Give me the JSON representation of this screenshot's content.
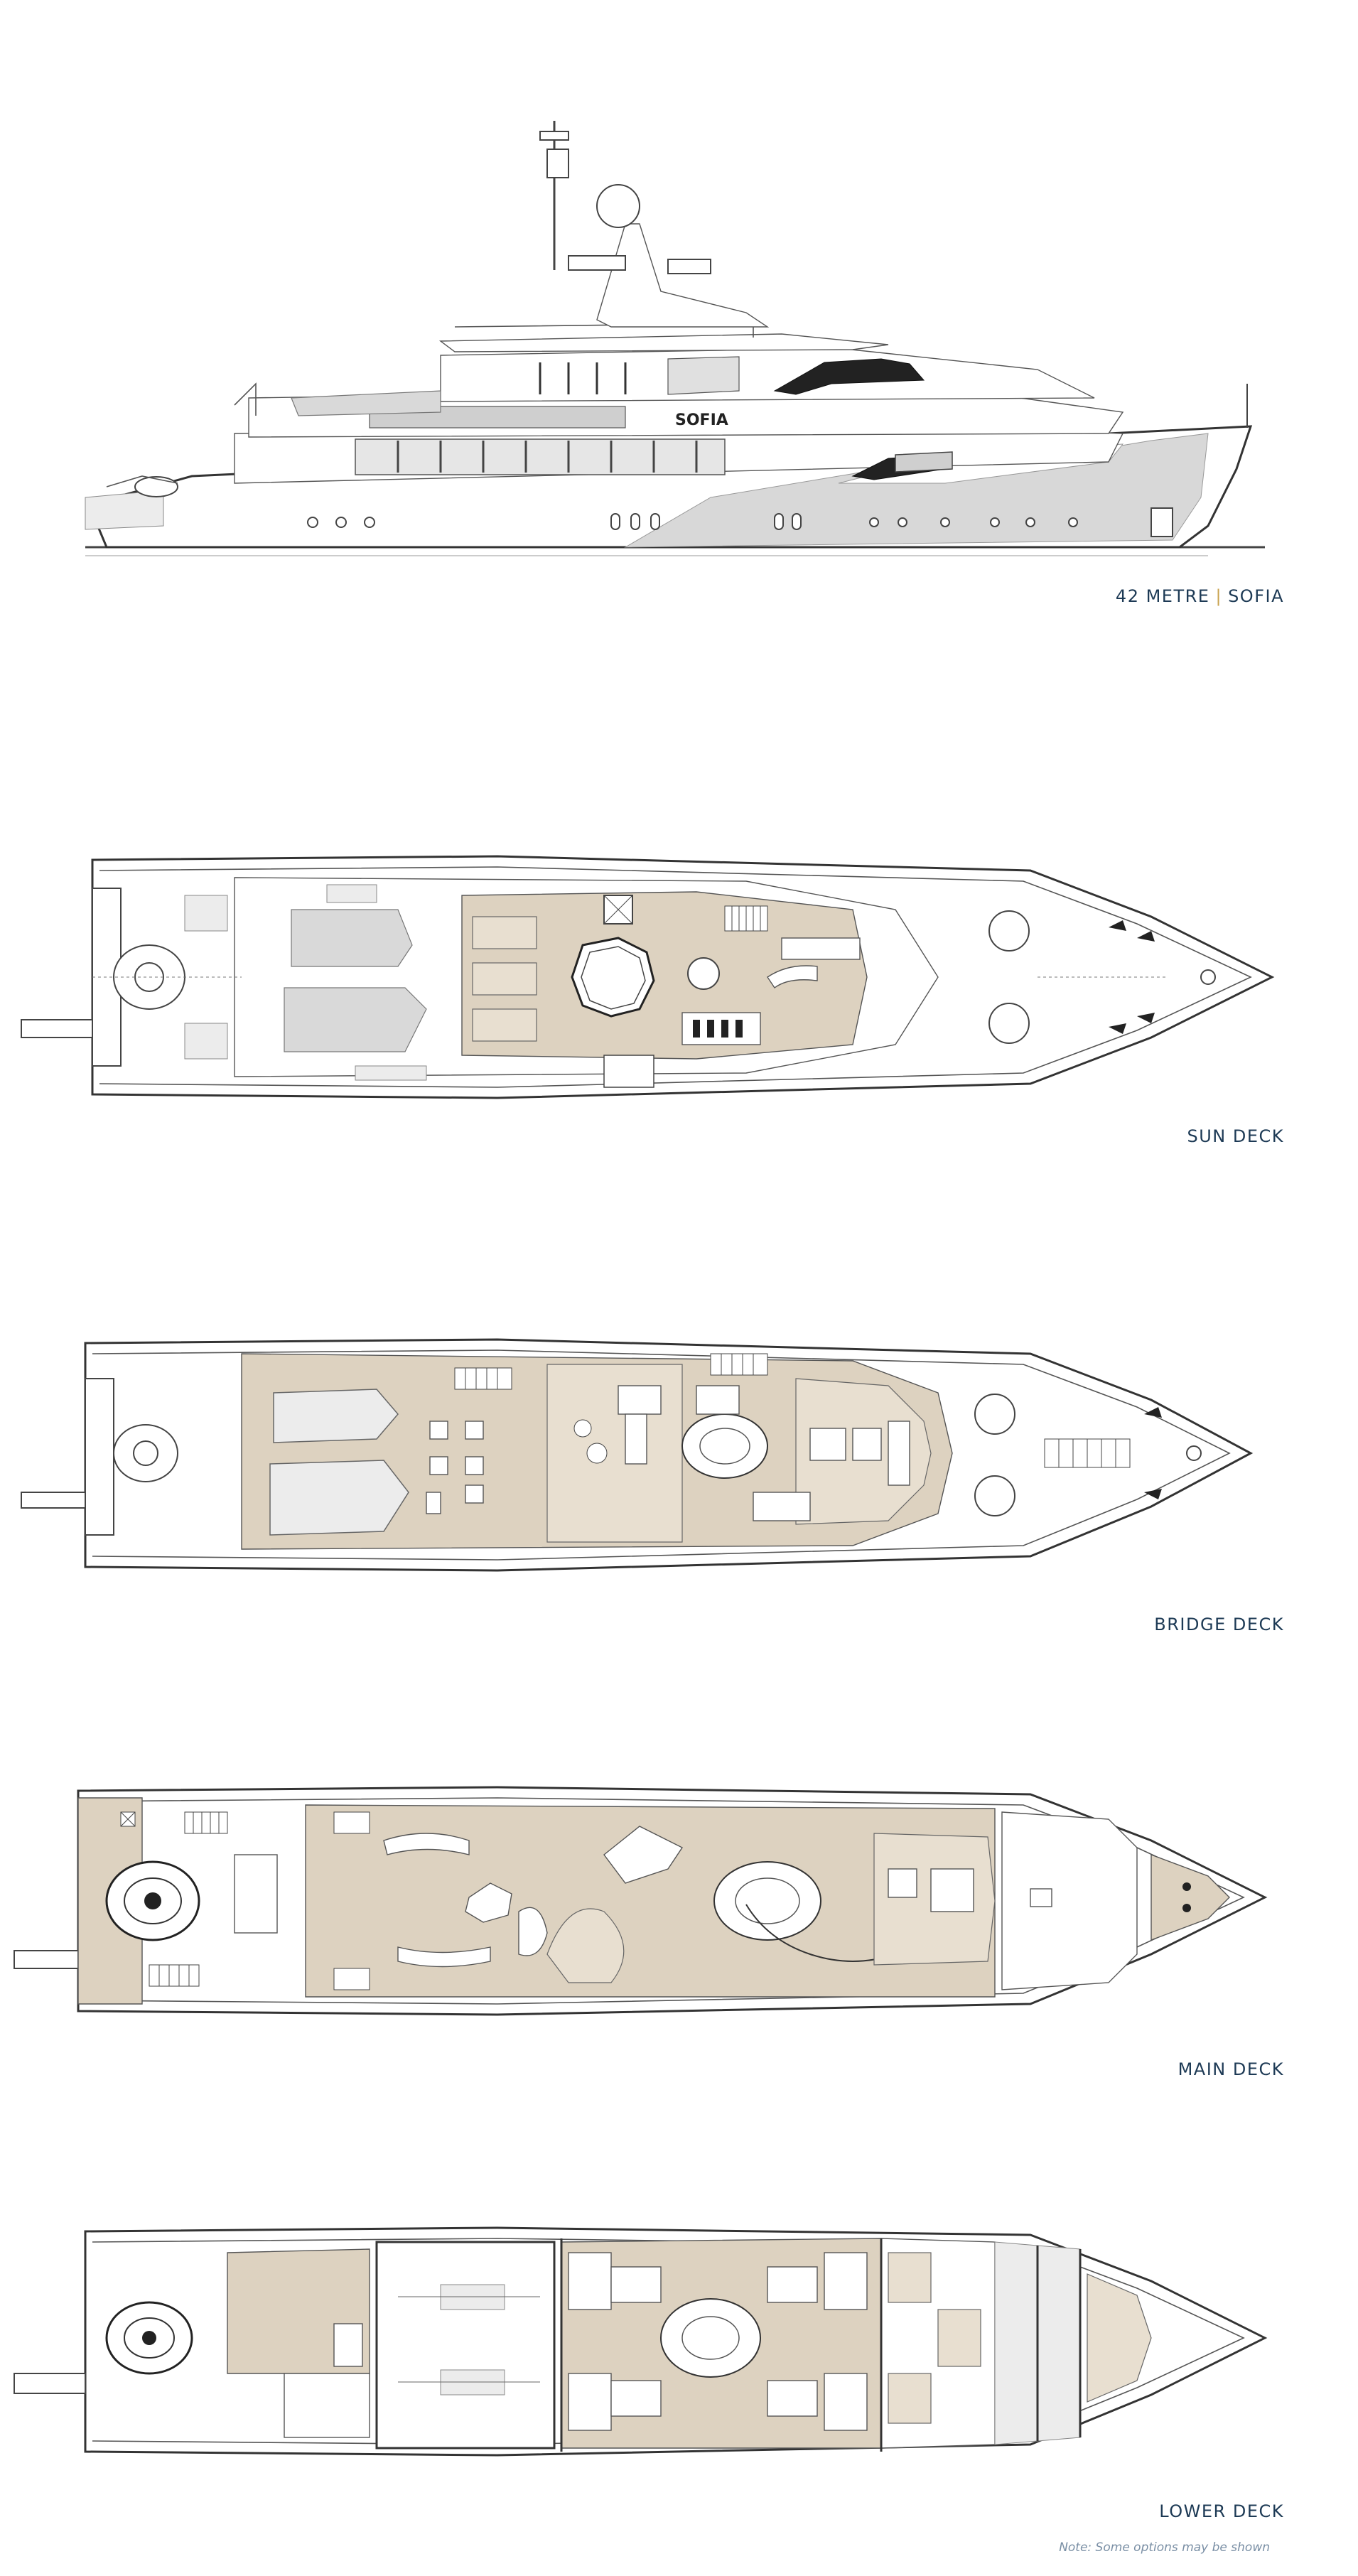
{
  "profile": {
    "yacht_name_on_hull": "SOFIA",
    "caption_size": "42 METRE",
    "caption_name": "SOFIA"
  },
  "decks": {
    "sun": {
      "label": "SUN DECK"
    },
    "bridge": {
      "label": "BRIDGE DECK"
    },
    "main": {
      "label": "MAIN DECK"
    },
    "lower": {
      "label": "LOWER DECK"
    }
  },
  "note": "Note: Some options may be shown",
  "colors": {
    "caption_text": "#1d3a55",
    "caption_separator": "#c9a34e",
    "interior_fill": "#ddd2c0",
    "note_text": "#7a8fa5"
  }
}
